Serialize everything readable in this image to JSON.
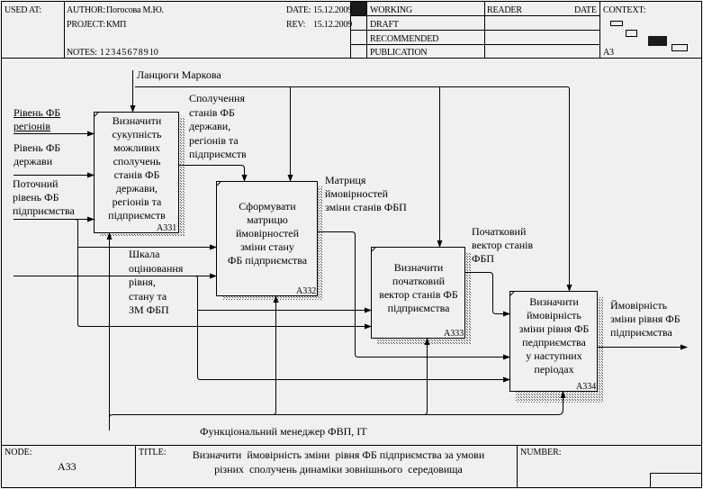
{
  "header": {
    "used_at_label": "USED AT:",
    "author_label": "AUTHOR:",
    "author": "Погосова М.Ю.",
    "project_label": "PROJECT:",
    "project": "КМП",
    "notes_label": "NOTES:",
    "notes": "1  2  3  4  5  6  7  8  9  10",
    "date_label": "DATE:",
    "date": "15.12.2009",
    "rev_label": "REV:",
    "rev": "15.12.2009",
    "status": [
      {
        "label": "WORKING",
        "active": true
      },
      {
        "label": "DRAFT",
        "active": false
      },
      {
        "label": "RECOMMENDED",
        "active": false
      },
      {
        "label": "PUBLICATION",
        "active": false
      }
    ],
    "reader_label": "READER",
    "reader_date_label": "DATE",
    "context_label": "CONTEXT:",
    "context_node": "A3"
  },
  "diagram": {
    "boxes": [
      {
        "id": "A331",
        "text": "Визначити\nсукупність\nможливих\nсполучень\nстанів ФБ\nдержави,\nрегіонів та\nпідприємств"
      },
      {
        "id": "A332",
        "text": "Сформувати\nматрицю\nймовірностей\nзміни стану\nФБ підприємства"
      },
      {
        "id": "A333",
        "text": "Визначити\nпочатковий\nвектор станів ФБ\nпідприємства"
      },
      {
        "id": "A334",
        "text": "Визначити\nймовірність\nзміни рівня ФБ\nпедприємства\nу наступних\nперіодах"
      }
    ],
    "arrow_labels": {
      "control_markov": "Ланцюги Маркова",
      "input_region": "Рівень ФБ\nрегіонів",
      "input_state": "Рівень ФБ\nдержави",
      "input_enterprise": "Поточний\nрівень ФБ\nпідприємства",
      "output_a331": "Сполучення\nстанів ФБ\nдержави,\nрегіонів та\nпідприємств",
      "output_a332": "Матриця\nймовірностей\nзміни станів ФБП",
      "output_a333": "Початковий\nвектор станів\nФБП",
      "output_a334": "Ймовірність\nзміни рівня ФБ\nпідприємства",
      "input_scale": "Шкала\nоцінювання\nрівня,\nстану та\nЗМ ФБП",
      "mechanism": "Функціональний менеджер ФВП, IT"
    }
  },
  "footer": {
    "node_label": "NODE:",
    "node": "А33",
    "title_label": "TITLE:",
    "title": "Визначити  ймовірність зміни  рівня ФБ підприємства за умови\nрізних  сполучень динаміки зовнішнього  середовища",
    "number_label": "NUMBER:"
  }
}
